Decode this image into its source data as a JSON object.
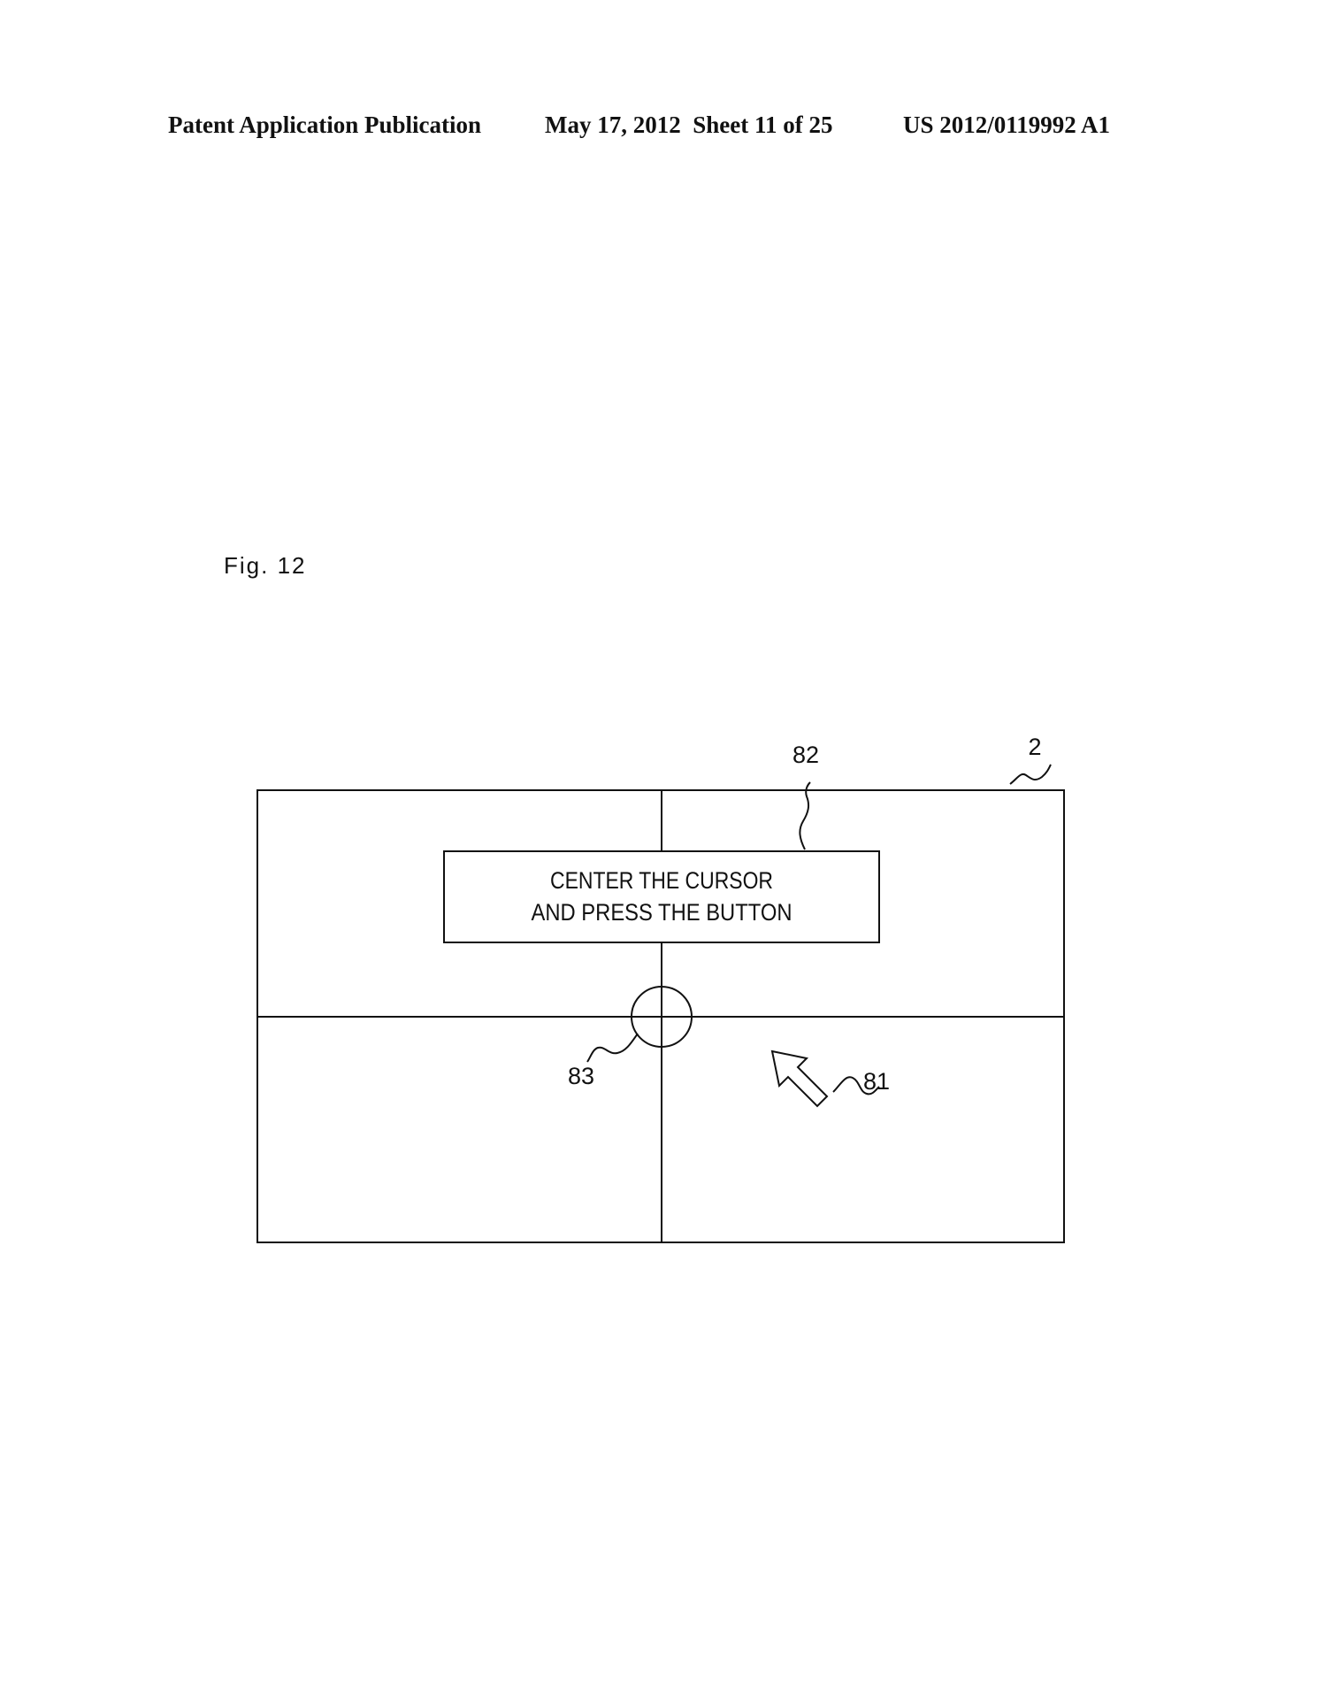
{
  "header": {
    "publication": "Patent Application Publication",
    "date_sheet": "May 17, 2012  Sheet 11 of 25",
    "patent_number": "US 2012/0119992 A1"
  },
  "figure": {
    "label": "Fig. 12",
    "message_box": {
      "line1": "CENTER THE CURSOR",
      "line2": "AND PRESS THE BUTTON"
    },
    "refs": {
      "screen": "2",
      "message": "82",
      "target_circle": "83",
      "cursor_arrow": "81"
    },
    "icons": {
      "cursor": "arrow-cursor-icon",
      "target": "crosshair-circle-icon"
    },
    "colors": {
      "line": "#111111",
      "background": "#ffffff"
    }
  }
}
